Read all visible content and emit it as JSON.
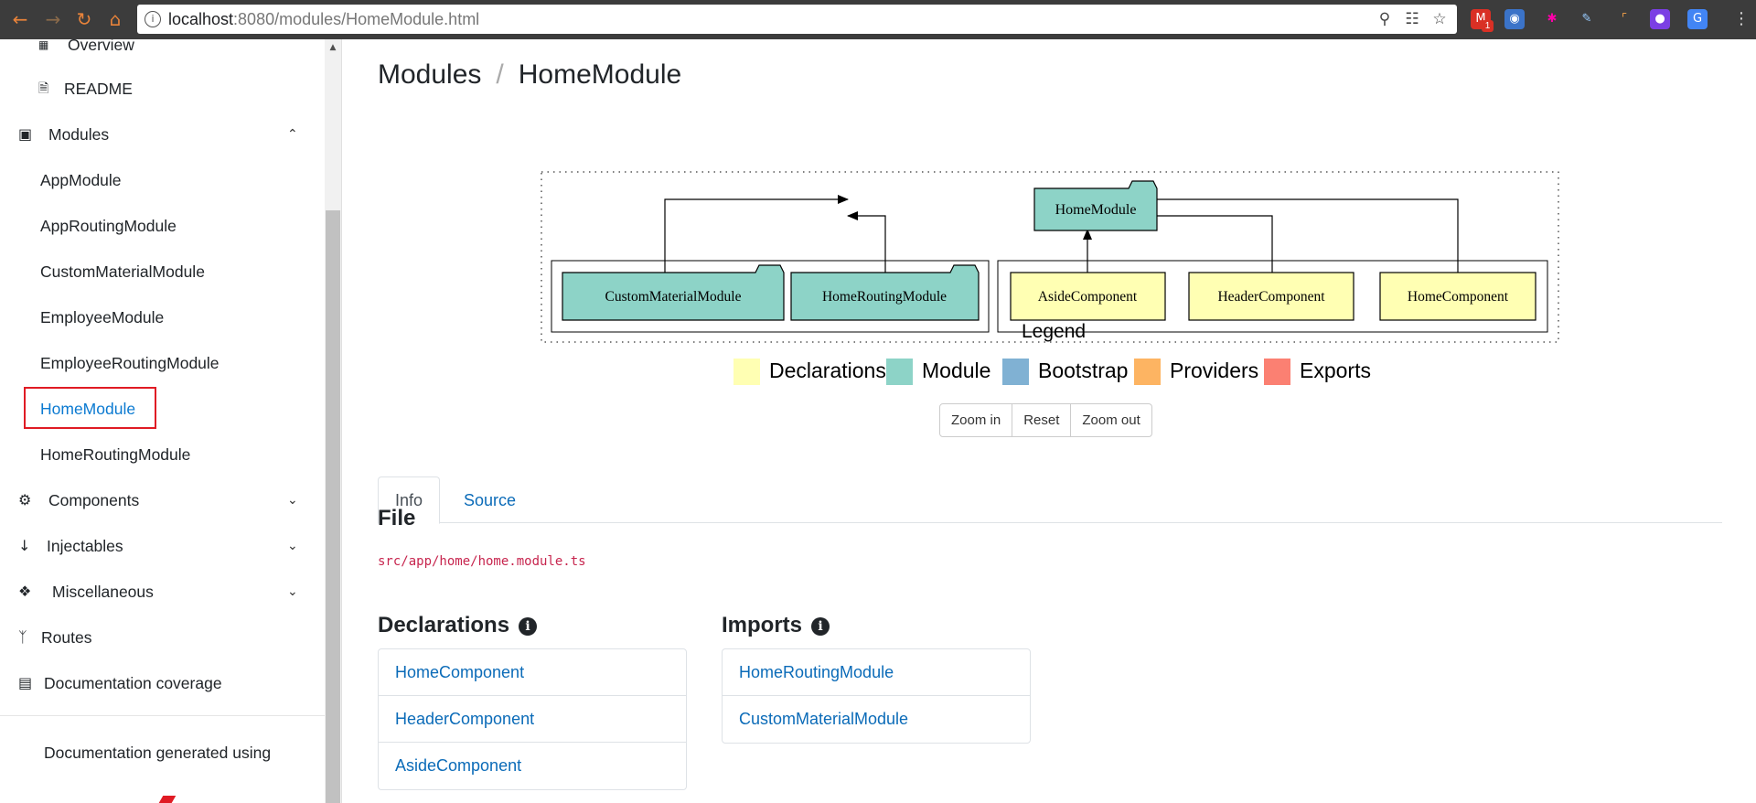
{
  "browser": {
    "url_host": "localhost",
    "url_rest": ":8080/modules/HomeModule.html",
    "ext_badge": "1"
  },
  "sidebar": {
    "items": [
      {
        "label": "Overview",
        "icon": "grid-icon"
      },
      {
        "label": "README",
        "icon": "file-icon"
      },
      {
        "label": "Modules",
        "icon": "module-icon",
        "expanded": true
      },
      {
        "label": "AppModule"
      },
      {
        "label": "AppRoutingModule"
      },
      {
        "label": "CustomMaterialModule"
      },
      {
        "label": "EmployeeModule"
      },
      {
        "label": "EmployeeRoutingModule"
      },
      {
        "label": "HomeModule",
        "active": true
      },
      {
        "label": "HomeRoutingModule"
      },
      {
        "label": "Components",
        "icon": "cogs-icon"
      },
      {
        "label": "Injectables",
        "icon": "arrow-down-icon"
      },
      {
        "label": "Miscellaneous",
        "icon": "cubes-icon"
      },
      {
        "label": "Routes",
        "icon": "fork-icon"
      },
      {
        "label": "Documentation coverage",
        "icon": "coverage-icon"
      }
    ],
    "footer": "Documentation generated using"
  },
  "breadcrumb": {
    "parent": "Modules",
    "separator": "/",
    "current": "HomeModule"
  },
  "graph": {
    "root": "HomeModule",
    "imports": [
      "CustomMaterialModule",
      "HomeRoutingModule"
    ],
    "declarations": [
      "AsideComponent",
      "HeaderComponent",
      "HomeComponent"
    ]
  },
  "legend": {
    "title": "Legend",
    "items": [
      {
        "label": "Declarations",
        "color": "#ffffb3"
      },
      {
        "label": "Module",
        "color": "#8dd3c7"
      },
      {
        "label": "Bootstrap",
        "color": "#80b1d3"
      },
      {
        "label": "Providers",
        "color": "#fdb462"
      },
      {
        "label": "Exports",
        "color": "#fb8072"
      }
    ]
  },
  "zoom": {
    "zoom_in": "Zoom in",
    "reset": "Reset",
    "zoom_out": "Zoom out"
  },
  "tabs": {
    "info": "Info",
    "source": "Source"
  },
  "file": {
    "heading": "File",
    "path": "src/app/home/home.module.ts"
  },
  "declarations": {
    "heading": "Declarations",
    "items": [
      "HomeComponent",
      "HeaderComponent",
      "AsideComponent"
    ]
  },
  "imports": {
    "heading": "Imports",
    "items": [
      "HomeRoutingModule",
      "CustomMaterialModule"
    ]
  }
}
